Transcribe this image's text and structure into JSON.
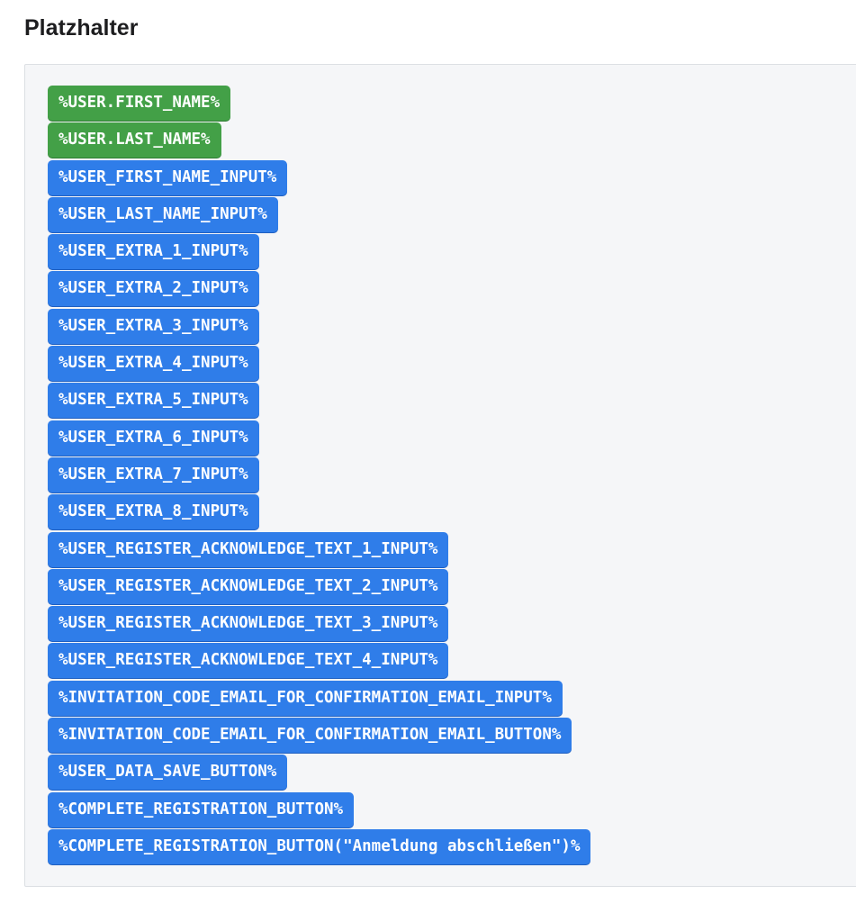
{
  "heading": "Platzhalter",
  "colors": {
    "green": "#43a047",
    "blue": "#2f7de9",
    "panel_bg": "#f5f6f8",
    "panel_border": "#dcdfe3"
  },
  "placeholders": [
    {
      "label": "%USER.FIRST_NAME%",
      "color": "green"
    },
    {
      "label": "%USER.LAST_NAME%",
      "color": "green"
    },
    {
      "label": "%USER_FIRST_NAME_INPUT%",
      "color": "blue"
    },
    {
      "label": "%USER_LAST_NAME_INPUT%",
      "color": "blue"
    },
    {
      "label": "%USER_EXTRA_1_INPUT%",
      "color": "blue"
    },
    {
      "label": "%USER_EXTRA_2_INPUT%",
      "color": "blue"
    },
    {
      "label": "%USER_EXTRA_3_INPUT%",
      "color": "blue"
    },
    {
      "label": "%USER_EXTRA_4_INPUT%",
      "color": "blue"
    },
    {
      "label": "%USER_EXTRA_5_INPUT%",
      "color": "blue"
    },
    {
      "label": "%USER_EXTRA_6_INPUT%",
      "color": "blue"
    },
    {
      "label": "%USER_EXTRA_7_INPUT%",
      "color": "blue"
    },
    {
      "label": "%USER_EXTRA_8_INPUT%",
      "color": "blue"
    },
    {
      "label": "%USER_REGISTER_ACKNOWLEDGE_TEXT_1_INPUT%",
      "color": "blue"
    },
    {
      "label": "%USER_REGISTER_ACKNOWLEDGE_TEXT_2_INPUT%",
      "color": "blue"
    },
    {
      "label": "%USER_REGISTER_ACKNOWLEDGE_TEXT_3_INPUT%",
      "color": "blue"
    },
    {
      "label": "%USER_REGISTER_ACKNOWLEDGE_TEXT_4_INPUT%",
      "color": "blue"
    },
    {
      "label": "%INVITATION_CODE_EMAIL_FOR_CONFIRMATION_EMAIL_INPUT%",
      "color": "blue"
    },
    {
      "label": "%INVITATION_CODE_EMAIL_FOR_CONFIRMATION_EMAIL_BUTTON%",
      "color": "blue"
    },
    {
      "label": "%USER_DATA_SAVE_BUTTON%",
      "color": "blue"
    },
    {
      "label": "%COMPLETE_REGISTRATION_BUTTON%",
      "color": "blue"
    },
    {
      "label": "%COMPLETE_REGISTRATION_BUTTON(\"Anmeldung abschließen\")%",
      "color": "blue"
    }
  ]
}
